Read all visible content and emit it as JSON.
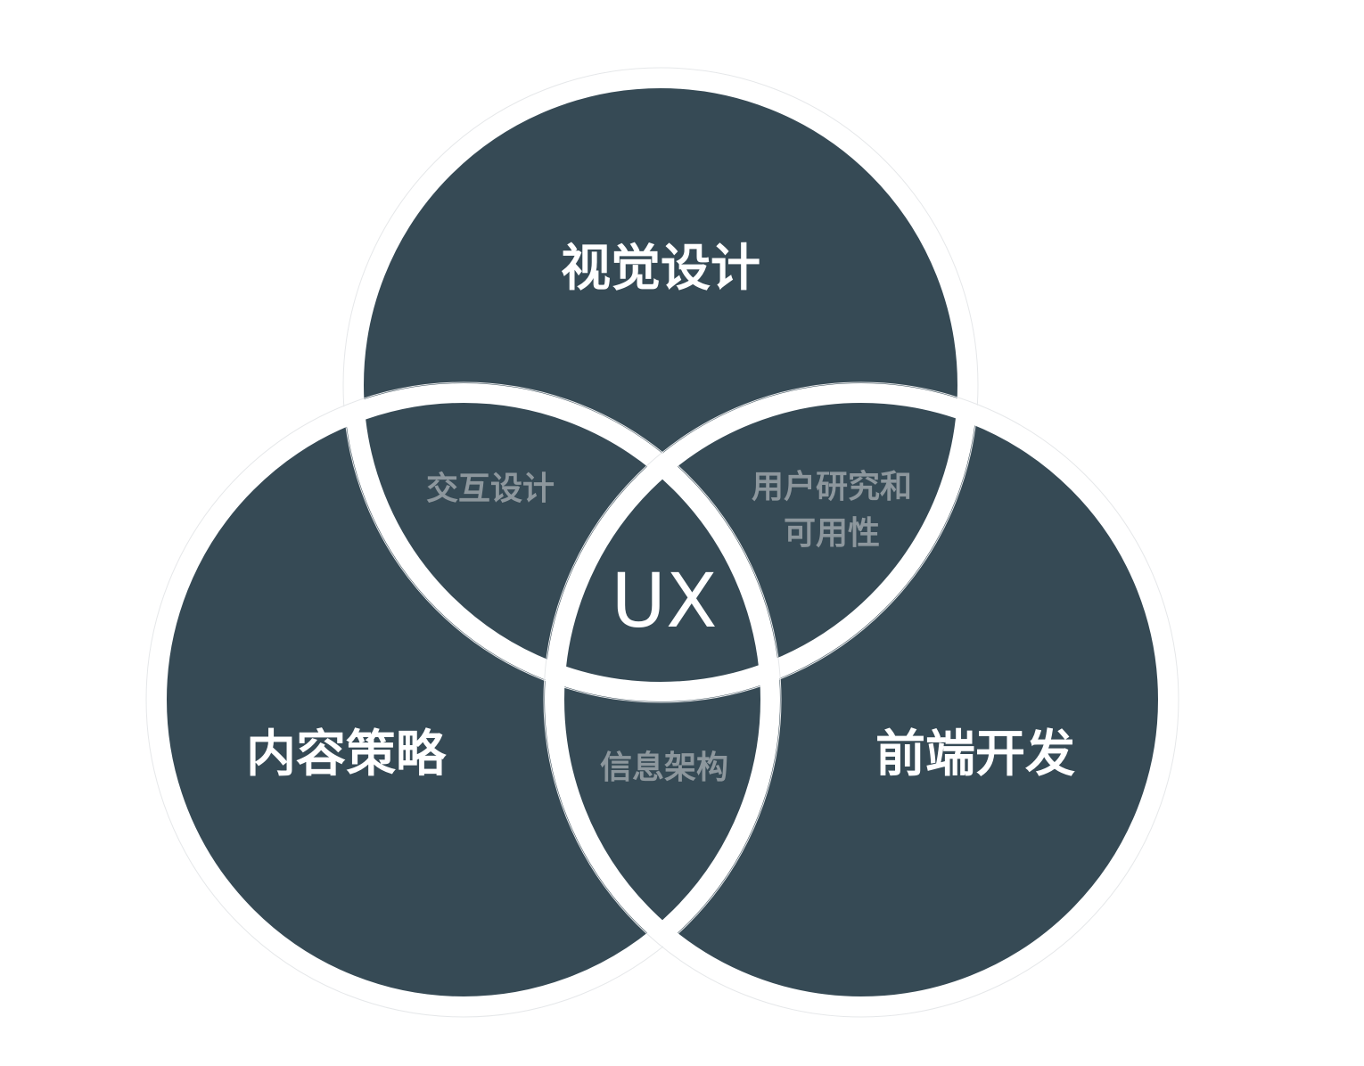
{
  "colors": {
    "background": "#ffffff",
    "fill": "#364a55",
    "stroke": "#ffffff",
    "main_text": "#ffffff",
    "overlap_text": "#8d979d",
    "center_text": "#ffffff"
  },
  "diagram": {
    "type": "venn-3",
    "sets": [
      {
        "label": "视觉设计"
      },
      {
        "label": "内容策略"
      },
      {
        "label": "前端开发"
      }
    ],
    "overlaps": [
      {
        "between": [
          "视觉设计",
          "内容策略"
        ],
        "label": "交互设计"
      },
      {
        "between": [
          "视觉设计",
          "前端开发"
        ],
        "label_lines": [
          "用户研究和",
          "可用性"
        ]
      },
      {
        "between": [
          "内容策略",
          "前端开发"
        ],
        "label": "信息架构"
      }
    ],
    "center": {
      "label": "UX"
    }
  }
}
